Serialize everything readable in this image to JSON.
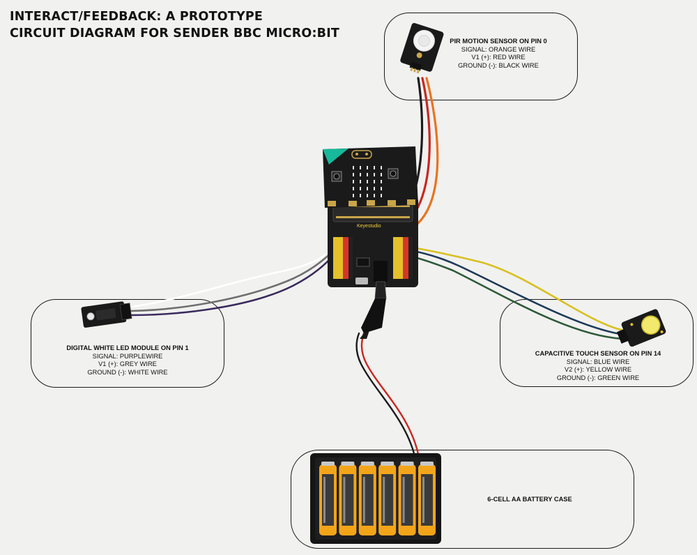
{
  "title": {
    "line1": "INTERACT/FEEDBACK: A PROTOTYPE",
    "line2": "CIRCUIT DIAGRAM FOR SENDER BBC MICRO:BIT"
  },
  "board": {
    "brand": "Keyestudio"
  },
  "components": {
    "pir": {
      "heading": "PIR MOTION SENSOR ON PIN 0",
      "lines": [
        "SIGNAL: ORANGE WIRE",
        "V1 (+): RED WIRE",
        "GROUND (-): BLACK WIRE"
      ],
      "wires": [
        "#e8741e",
        "#c8281e",
        "#1c1c1c"
      ]
    },
    "led": {
      "heading": "DIGITAL WHITE LED MODULE ON PIN 1",
      "lines": [
        "SIGNAL: PURPLEWIRE",
        "V1 (+): GREY WIRE",
        "GROUND (-): WHITE WIRE"
      ],
      "wires": [
        "#3a2a5c",
        "#707070",
        "#ffffff"
      ]
    },
    "touch": {
      "heading": "CAPACITIVE TOUCH SENSOR ON PIN 14",
      "lines": [
        "SIGNAL: BLUE WIRE",
        "V2 (+): YELLOW WIRE",
        "GROUND (-): GREEN WIRE"
      ],
      "wires": [
        "#1e3a5a",
        "#d8c020",
        "#2f5a3a"
      ]
    },
    "battery": {
      "heading": "6-CELL AA BATTERY CASE",
      "cells": 6,
      "wires": [
        "#c8281e",
        "#1c1c1c"
      ]
    }
  },
  "colors": {
    "background": "#f1f1f0",
    "board_pcb": "#1c1c1c",
    "microbit": "#1a1a1a",
    "microbit_accent": "#18b89a",
    "battery_case": "#151515",
    "battery_label": "#f3a51a",
    "sensor_pcb": "#1a1a1a"
  }
}
